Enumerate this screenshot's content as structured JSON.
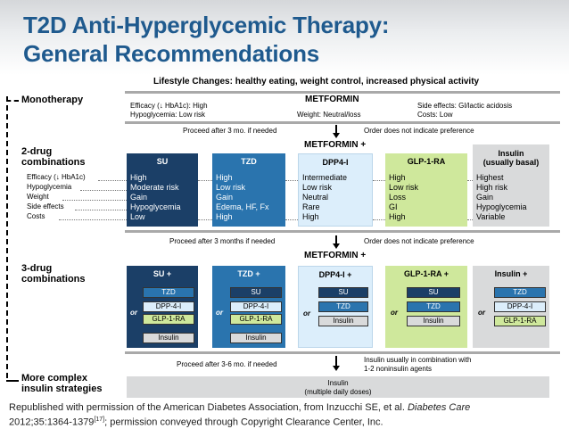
{
  "title": {
    "line1": "T2D Anti-Hyperglycemic Therapy:",
    "line2": "General Recommendations"
  },
  "lifestyle": "Lifestyle Changes: healthy eating, weight control, increased physical activity",
  "monotherapy": {
    "label": "Monotherapy",
    "drug": "METFORMIN",
    "efficacy": "Efficacy (↓ HbA1c): High",
    "hypoglycemia": "Hypoglycemia: Low risk",
    "weight": "Weight: Neutral/loss",
    "side_effects": "Side effects: GI/lactic acidosis",
    "costs": "Costs: Low"
  },
  "step1": {
    "left": "Proceed after 3 mo. if needed",
    "right": "Order does not indicate preference"
  },
  "two_drug": {
    "label_line1": "2-drug",
    "label_line2": "combinations",
    "header": "METFORMIN +",
    "row_labels": [
      "Efficacy (↓ HbA1c)",
      "Hypoglycemia",
      "Weight",
      "Side effects",
      "Costs"
    ],
    "columns": [
      {
        "name": "SU",
        "values": [
          "High",
          "Moderate risk",
          "Gain",
          "Hypoglycemia",
          "Low"
        ]
      },
      {
        "name": "TZD",
        "values": [
          "High",
          "Low risk",
          "Gain",
          "Edema, HF, Fx",
          "High"
        ]
      },
      {
        "name": "DPP4-I",
        "values": [
          "Intermediate",
          "Low risk",
          "Neutral",
          "Rare",
          "High"
        ]
      },
      {
        "name": "GLP-1-RA",
        "values": [
          "High",
          "Low risk",
          "Loss",
          "GI",
          "High"
        ]
      },
      {
        "name_line1": "Insulin",
        "name_line2": "(usually basal)",
        "values": [
          "Highest",
          "High risk",
          "Gain",
          "Hypoglycemia",
          "Variable"
        ]
      }
    ]
  },
  "step2": {
    "left": "Proceed after 3 months if needed",
    "right": "Order does not indicate preference"
  },
  "three_drug": {
    "label_line1": "3-drug",
    "label_line2": "combinations",
    "header": "METFORMIN +",
    "or_label": "or",
    "boxes": [
      {
        "title": "SU +",
        "options": [
          "TZD",
          "DPP-4-I",
          "GLP-1-RA",
          "Insulin"
        ]
      },
      {
        "title": "TZD +",
        "options": [
          "SU",
          "DPP-4-I",
          "GLP-1-RA",
          "Insulin"
        ]
      },
      {
        "title": "DPP4-I +",
        "options": [
          "SU",
          "TZD",
          "Insulin"
        ]
      },
      {
        "title": "GLP-1-RA +",
        "options": [
          "SU",
          "TZD",
          "Insulin"
        ]
      },
      {
        "title": "Insulin +",
        "options": [
          "TZD",
          "DPP-4-I",
          "GLP-1-RA"
        ]
      }
    ]
  },
  "step3": {
    "left": "Proceed after 3-6 mo. if needed",
    "right_line1": "Insulin usually in combination with",
    "right_line2": "1-2 noninsulin agents"
  },
  "complex": {
    "label_line1": "More complex",
    "label_line2": "insulin strategies",
    "box_line1": "Insulin",
    "box_line2": "(multiple daily doses)"
  },
  "citation": {
    "part1": "Republished with permission of the American Diabetes Association, from Inzucchi SE, et al.",
    "journal": "Diabetes Care",
    "part2": "2012;35:1364-1379",
    "ref": "[17]",
    "part3": "; permission conveyed through Copyright Clearance Center, Inc."
  },
  "colors": {
    "title": "#1f5a8e",
    "su": "#1b3f67",
    "tzd": "#2a74ae",
    "dpp4": "#dceefb",
    "glp1": "#cfe89c",
    "insulin": "#d9dadb",
    "separator": "#a9a9a9"
  }
}
